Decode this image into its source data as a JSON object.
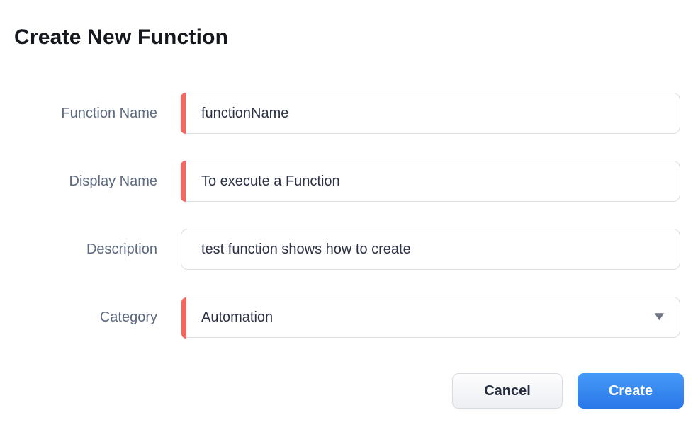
{
  "dialog": {
    "title": "Create New Function"
  },
  "fields": [
    {
      "label": "Function Name",
      "value": "functionName",
      "required": true,
      "type": "text"
    },
    {
      "label": "Display Name",
      "value": "To execute a Function",
      "required": true,
      "type": "text"
    },
    {
      "label": "Description",
      "value": "test function shows how to create",
      "required": false,
      "type": "text"
    },
    {
      "label": "Category",
      "value": "Automation",
      "required": true,
      "type": "select"
    }
  ],
  "footer": {
    "cancel_label": "Cancel",
    "create_label": "Create"
  },
  "icons": {
    "caret_down": "▼"
  },
  "colors": {
    "required_accent": "#f2685f",
    "primary_button_top": "#459af8",
    "primary_button_bottom": "#2a77e8",
    "label_text": "#5d6980",
    "input_text": "#2b3245",
    "input_border": "#d9dde4",
    "title_text": "#15181e"
  }
}
